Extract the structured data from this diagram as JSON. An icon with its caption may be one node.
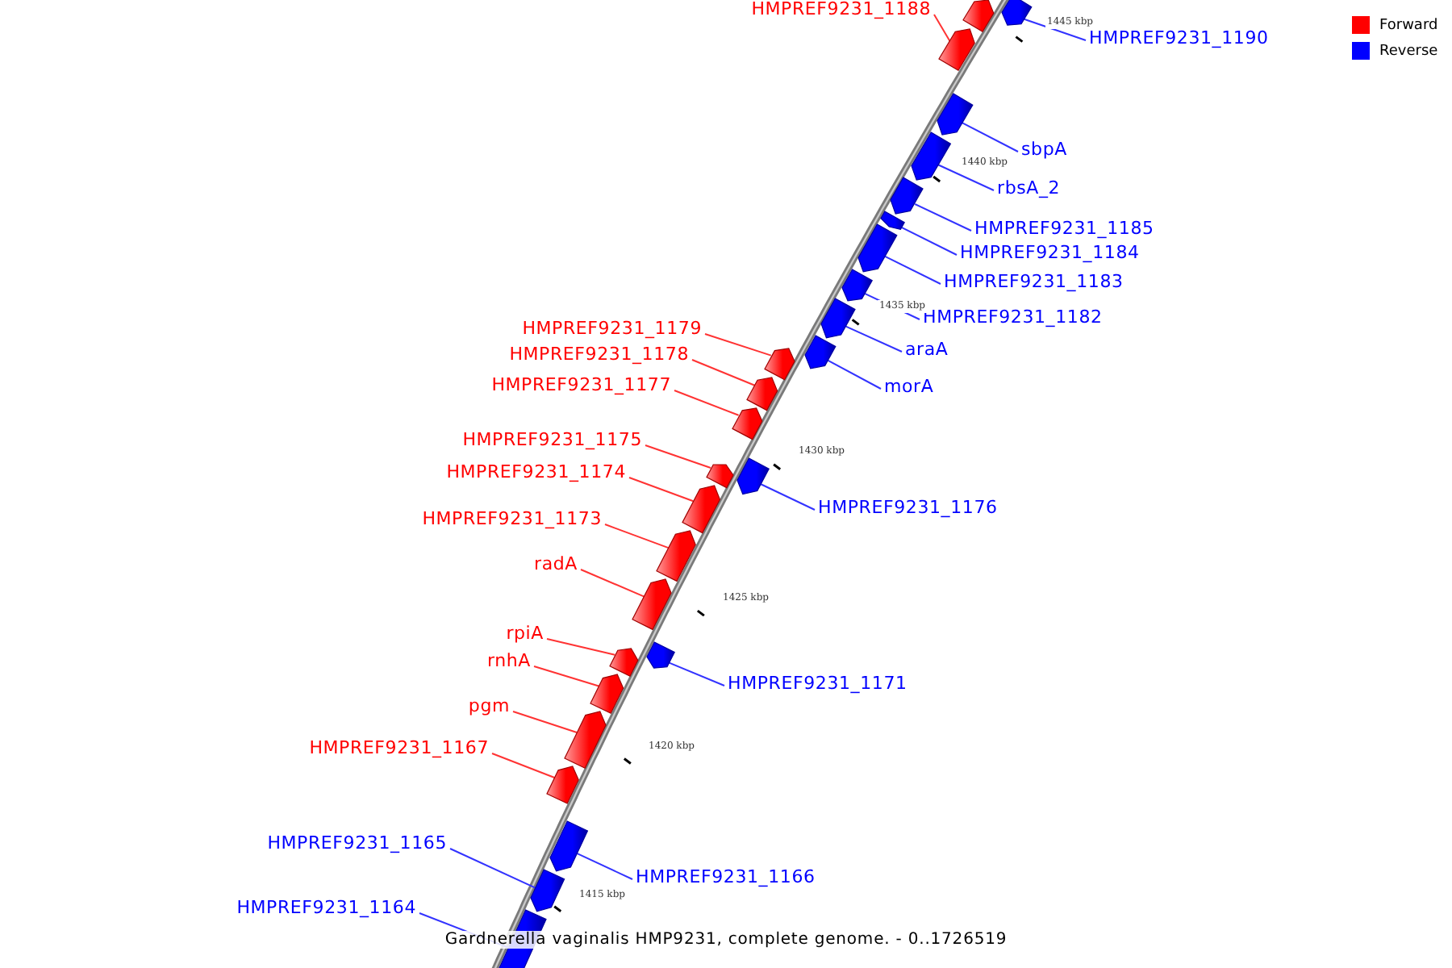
{
  "diagram": {
    "caption": "Gardnerella vaginalis HMP9231, complete genome. - 0..1726519",
    "nodes": [
      {
        "text": [],
        "shape": "arrow"
      },
      {
        "text": [],
        "shape": "arrow"
      },
      {
        "text": [
          "HMPREF9231_1188"
        ]
      },
      {
        "text": [],
        "shape": "arrow"
      },
      {
        "text": [
          "HMPREF9231_1190"
        ]
      },
      {
        "text": [],
        "shape": "arrow"
      },
      {
        "text": [
          "sbpA"
        ]
      },
      {
        "text": [],
        "shape": "arrow"
      },
      {
        "text": [
          "rbsA_2"
        ]
      },
      {
        "text": [],
        "shape": "arrow"
      },
      {
        "text": [
          "HMPREF9231_1185"
        ]
      },
      {
        "text": [],
        "shape": "arrow"
      },
      {
        "text": [
          "HMPREF9231_1184"
        ]
      },
      {
        "text": [],
        "shape": "arrow"
      },
      {
        "text": [
          "HMPREF9231_1183"
        ]
      },
      {
        "text": [],
        "shape": "arrow"
      },
      {
        "text": [
          "HMPREF9231_1182"
        ]
      },
      {
        "text": [],
        "shape": "arrow"
      },
      {
        "text": [
          "araA"
        ]
      },
      {
        "text": [],
        "shape": "arrow"
      },
      {
        "text": [
          "morA"
        ]
      },
      {
        "text": [],
        "shape": "arrow"
      },
      {
        "text": [
          "HMPREF9231_1179"
        ]
      },
      {
        "text": [],
        "shape": "arrow"
      },
      {
        "text": [
          "HMPREF9231_1178"
        ]
      },
      {
        "text": [],
        "shape": "arrow"
      },
      {
        "text": [
          "HMPREF9231_1177"
        ]
      },
      {
        "text": [],
        "shape": "arrow"
      },
      {
        "text": [
          "HMPREF9231_1176"
        ]
      },
      {
        "text": [],
        "shape": "arrow"
      },
      {
        "text": [
          "HMPREF9231_1175"
        ]
      },
      {
        "text": [],
        "shape": "arrow"
      },
      {
        "text": [
          "HMPREF9231_1174"
        ]
      },
      {
        "text": [],
        "shape": "arrow"
      },
      {
        "text": [
          "HMPREF9231_1173"
        ]
      },
      {
        "text": [],
        "shape": "arrow"
      },
      {
        "text": [
          "radA"
        ]
      },
      {
        "text": [],
        "shape": "arrow"
      },
      {
        "text": [
          "rpiA"
        ]
      },
      {
        "text": [],
        "shape": "arrow"
      },
      {
        "text": [
          "rnhA"
        ]
      },
      {
        "text": [],
        "shape": "arrow"
      },
      {
        "text": [
          "HMPREF9231_1171"
        ]
      },
      {
        "text": [],
        "shape": "arrow"
      },
      {
        "text": [
          "pgm"
        ]
      },
      {
        "text": [],
        "shape": "arrow"
      },
      {
        "text": [
          "HMPREF9231_1167"
        ]
      },
      {
        "text": [],
        "shape": "arrow"
      },
      {
        "text": [
          "HMPREF9231_1166"
        ]
      },
      {
        "text": [],
        "shape": "arrow"
      },
      {
        "text": [
          "HMPREF9231_1165"
        ]
      },
      {
        "text": [],
        "shape": "arrow"
      },
      {
        "text": [
          "HMPREF9231_1164"
        ]
      }
    ],
    "edges": [
      {
        "from": 2,
        "to": 1,
        "arrow": "none",
        "color": "#ff3333"
      },
      {
        "from": 4,
        "to": 3,
        "arrow": "none"
      },
      {
        "from": 6,
        "to": 5,
        "arrow": "none"
      },
      {
        "from": 8,
        "to": 7,
        "arrow": "none"
      },
      {
        "from": 10,
        "to": 9,
        "arrow": "none"
      },
      {
        "from": 12,
        "to": 11,
        "arrow": "none"
      },
      {
        "from": 14,
        "to": 13,
        "arrow": "none"
      },
      {
        "from": 16,
        "to": 15,
        "arrow": "none"
      },
      {
        "from": 18,
        "to": 17,
        "arrow": "none"
      },
      {
        "from": 20,
        "to": 19,
        "arrow": "none"
      },
      {
        "from": 22,
        "to": 21,
        "arrow": "none",
        "color": "#ff3333"
      },
      {
        "from": 24,
        "to": 23,
        "arrow": "none",
        "color": "#ff3333"
      },
      {
        "from": 26,
        "to": 25,
        "arrow": "none",
        "color": "#ff3333"
      },
      {
        "from": 28,
        "to": 27,
        "arrow": "none"
      },
      {
        "from": 30,
        "to": 29,
        "arrow": "none",
        "color": "#ff3333"
      },
      {
        "from": 32,
        "to": 31,
        "arrow": "none",
        "color": "#ff3333"
      },
      {
        "from": 34,
        "to": 33,
        "arrow": "none",
        "color": "#ff3333"
      },
      {
        "from": 36,
        "to": 35,
        "arrow": "none",
        "color": "#ff3333"
      },
      {
        "from": 38,
        "to": 37,
        "arrow": "none",
        "color": "#ff3333"
      },
      {
        "from": 40,
        "to": 39,
        "arrow": "none",
        "color": "#ff3333"
      },
      {
        "from": 42,
        "to": 41,
        "arrow": "none"
      },
      {
        "from": 44,
        "to": 43,
        "arrow": "none",
        "color": "#ff3333"
      },
      {
        "from": 46,
        "to": 45,
        "arrow": "none",
        "color": "#ff3333"
      },
      {
        "from": 48,
        "to": 47,
        "arrow": "none"
      },
      {
        "from": 50,
        "to": 49,
        "arrow": "none"
      },
      {
        "from": 52,
        "to": 51,
        "arrow": "none"
      }
    ],
    "labels": [
      "1445 kbp",
      "1440 kbp",
      "1435 kbp",
      "1430 kbp",
      "1425 kbp",
      "1420 kbp",
      "1415 kbp"
    ],
    "legend": [
      {
        "text": "Forward",
        "color": "#ff0000"
      },
      {
        "text": "Reverse",
        "color": "#0000ff"
      }
    ]
  }
}
